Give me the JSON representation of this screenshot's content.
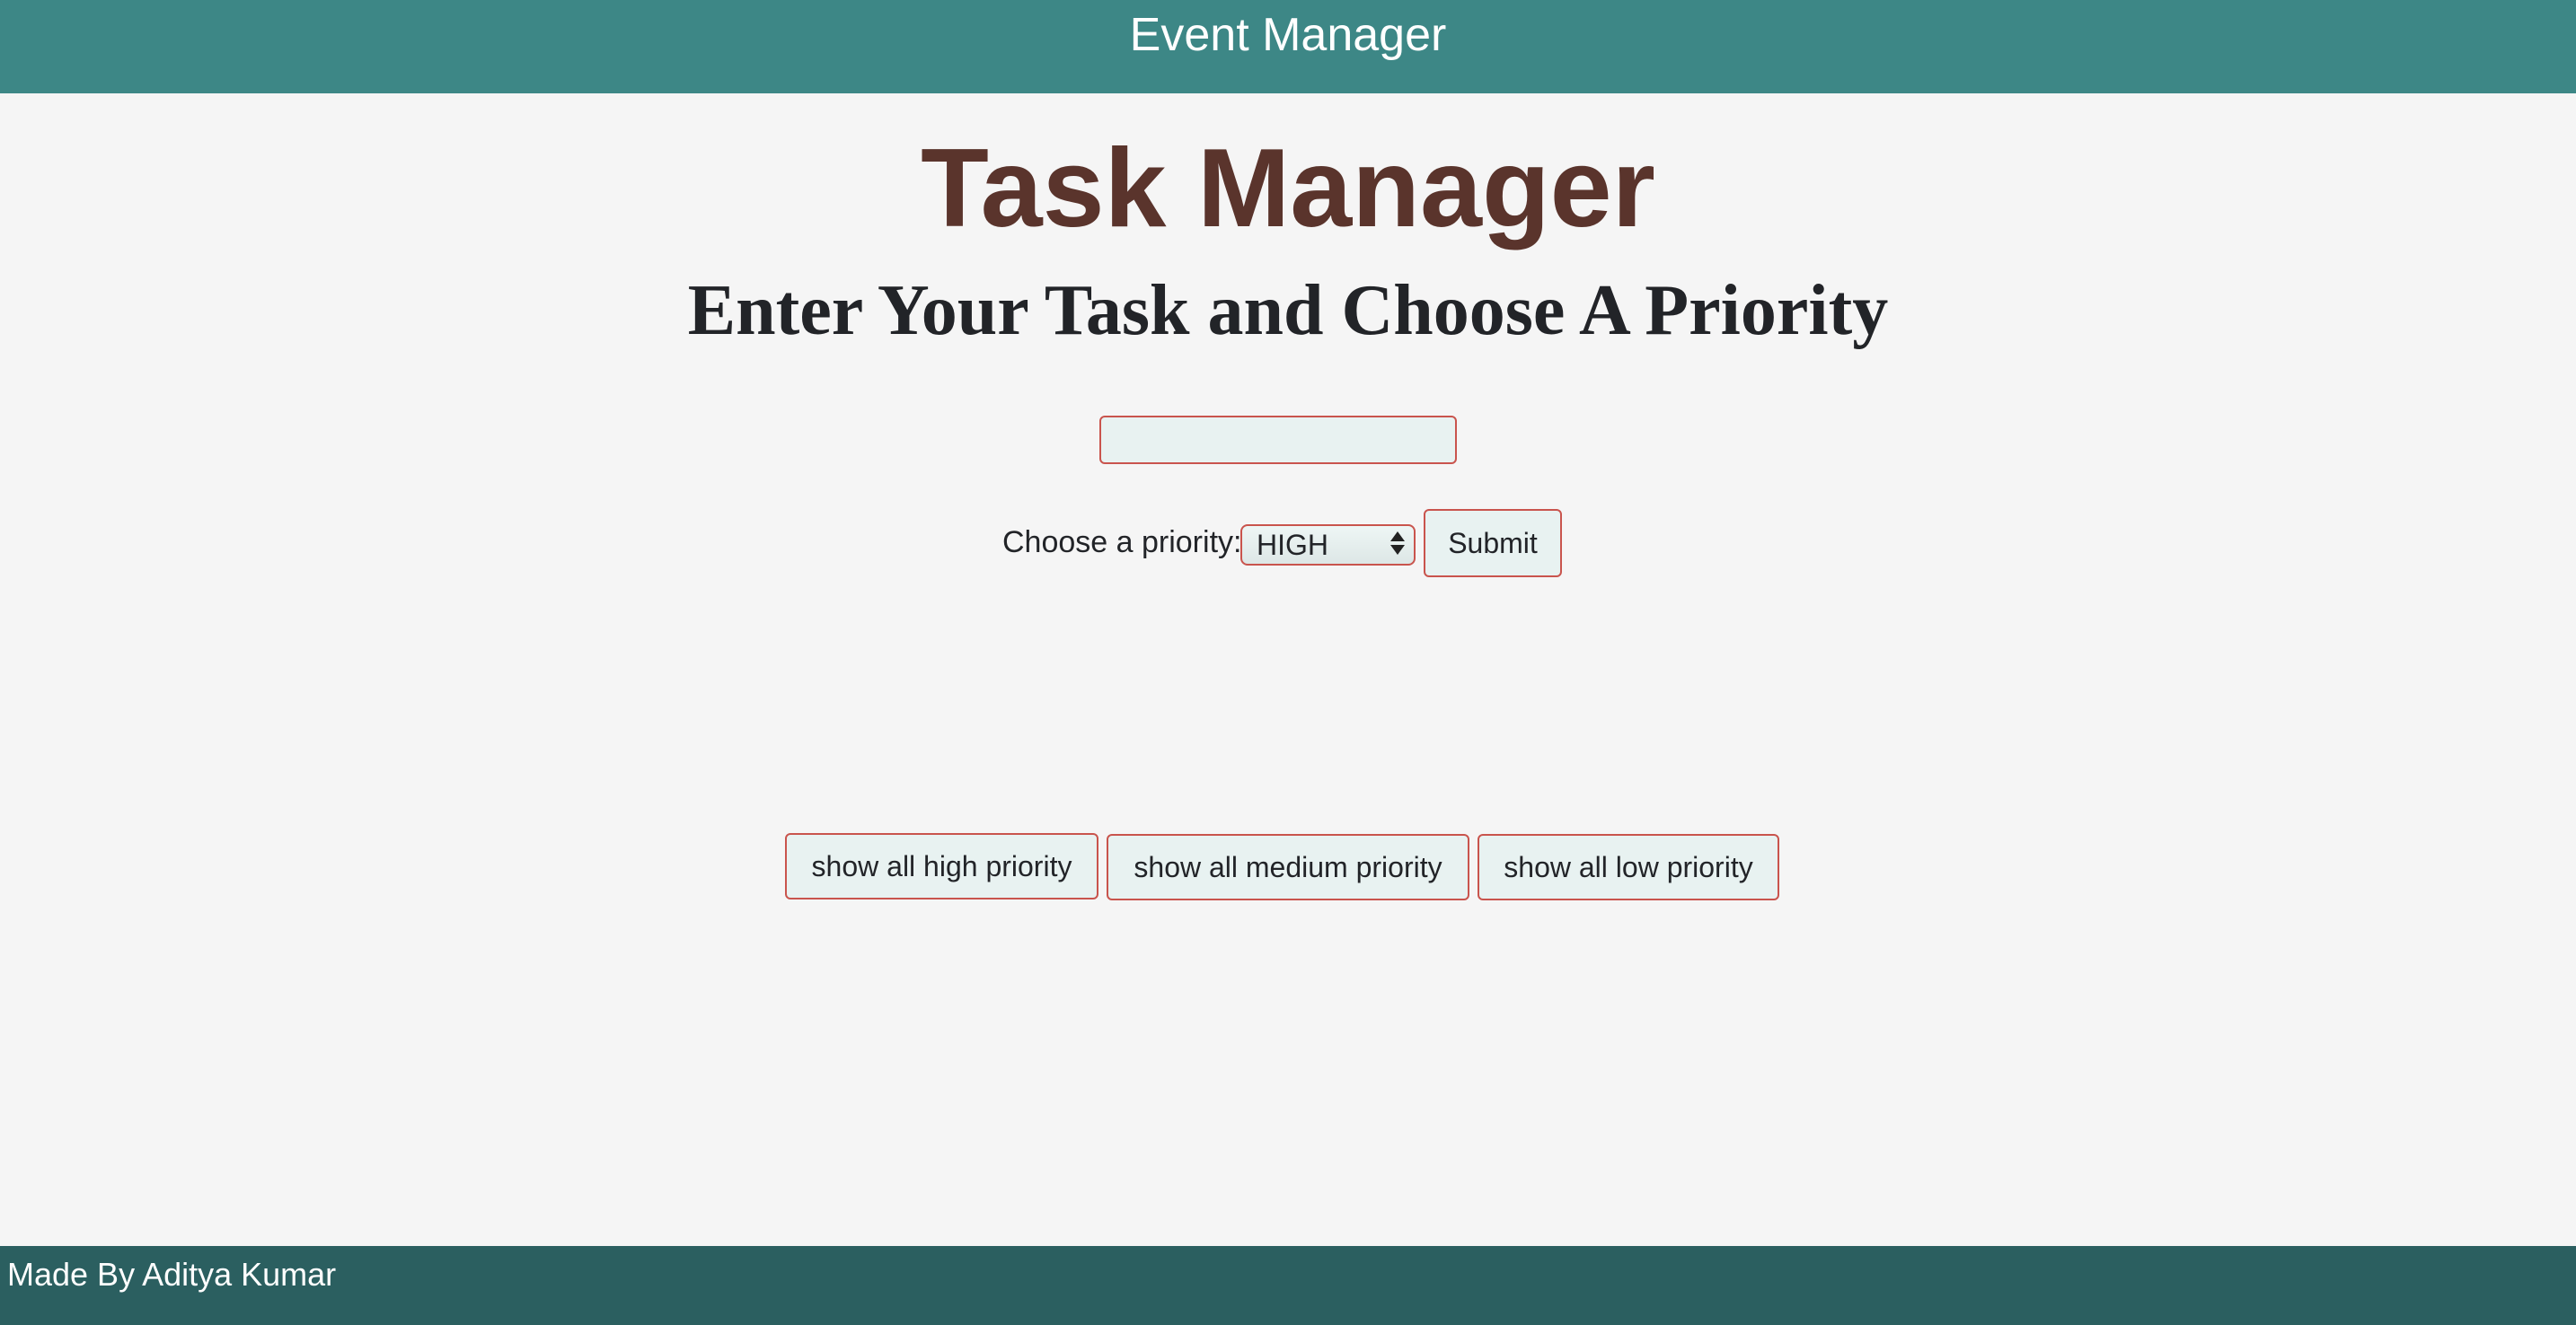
{
  "header": {
    "title": "Event Manager"
  },
  "main": {
    "title": "Task Manager",
    "subtitle": "Enter Your Task and Choose A Priority",
    "task_input": {
      "value": "",
      "placeholder": ""
    },
    "priority": {
      "label": "Choose a priority:",
      "selected": "HIGH"
    },
    "submit_label": "Submit",
    "filters": [
      {
        "label": "show all high priority"
      },
      {
        "label": "show all medium priority"
      },
      {
        "label": "show all low priority"
      }
    ]
  },
  "footer": {
    "text": "Made By Aditya Kumar"
  },
  "colors": {
    "header_bg": "#3d8786",
    "footer_bg": "#2b5f60",
    "title": "#5a342c",
    "accent_border": "#c9544d",
    "control_bg": "#e8f2f1",
    "page_bg": "#f5f5f5"
  },
  "icons": {
    "select_arrows": "chevron-up-down-icon"
  }
}
